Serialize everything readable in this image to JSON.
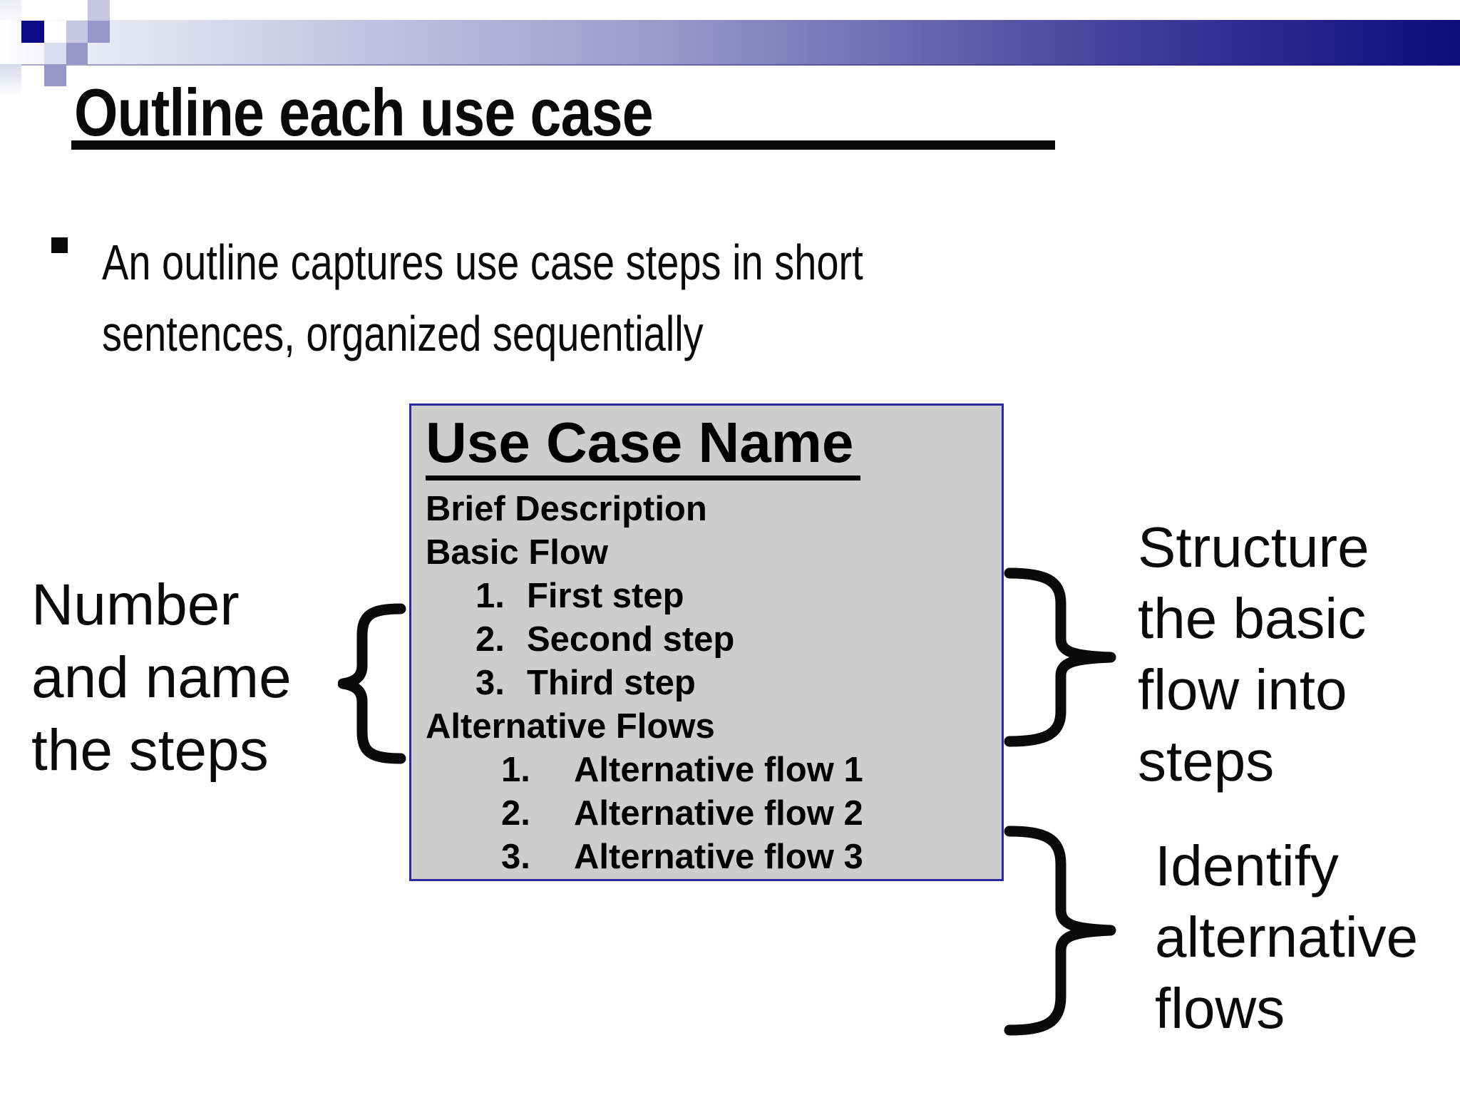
{
  "slide_title": "Outline each use case",
  "bullet": {
    "lines": [
      "An outline captures use case steps in short",
      "sentences, organized sequentially"
    ]
  },
  "use_case_box": {
    "title": "Use Case Name",
    "items": [
      {
        "style": "header",
        "text": "Brief Description"
      },
      {
        "style": "header",
        "text": "Basic Flow"
      },
      {
        "style": "basic",
        "num": "1.",
        "text": "First step"
      },
      {
        "style": "basic",
        "num": "2.",
        "text": "Second step"
      },
      {
        "style": "basic",
        "num": "3.",
        "text": "Third step"
      },
      {
        "style": "header",
        "text": "Alternative Flows"
      },
      {
        "style": "alt",
        "num": "1.",
        "text": "Alternative flow 1"
      },
      {
        "style": "alt",
        "num": "2.",
        "text": "Alternative flow 2"
      },
      {
        "style": "alt",
        "num": "3.",
        "text": "Alternative flow 3"
      }
    ]
  },
  "annotations": {
    "left_label": {
      "lines": [
        "Number",
        "and name",
        "the steps"
      ]
    },
    "right_top_label": {
      "lines": [
        "Structure",
        "the basic",
        "flow into",
        "steps"
      ]
    },
    "right_bottom_label": {
      "lines": [
        "Identify",
        "alternative",
        "flows"
      ]
    }
  },
  "colors": {
    "bar_end": "#0c0c7c",
    "navy_square": "#0a0a87",
    "lavender_medium": "#9696c8",
    "lavender_light": "#c6c6e0",
    "lavender_xlight": "#dcdcef",
    "box_bg": "#cdcdcd",
    "box_border": "#2b2b9f"
  }
}
